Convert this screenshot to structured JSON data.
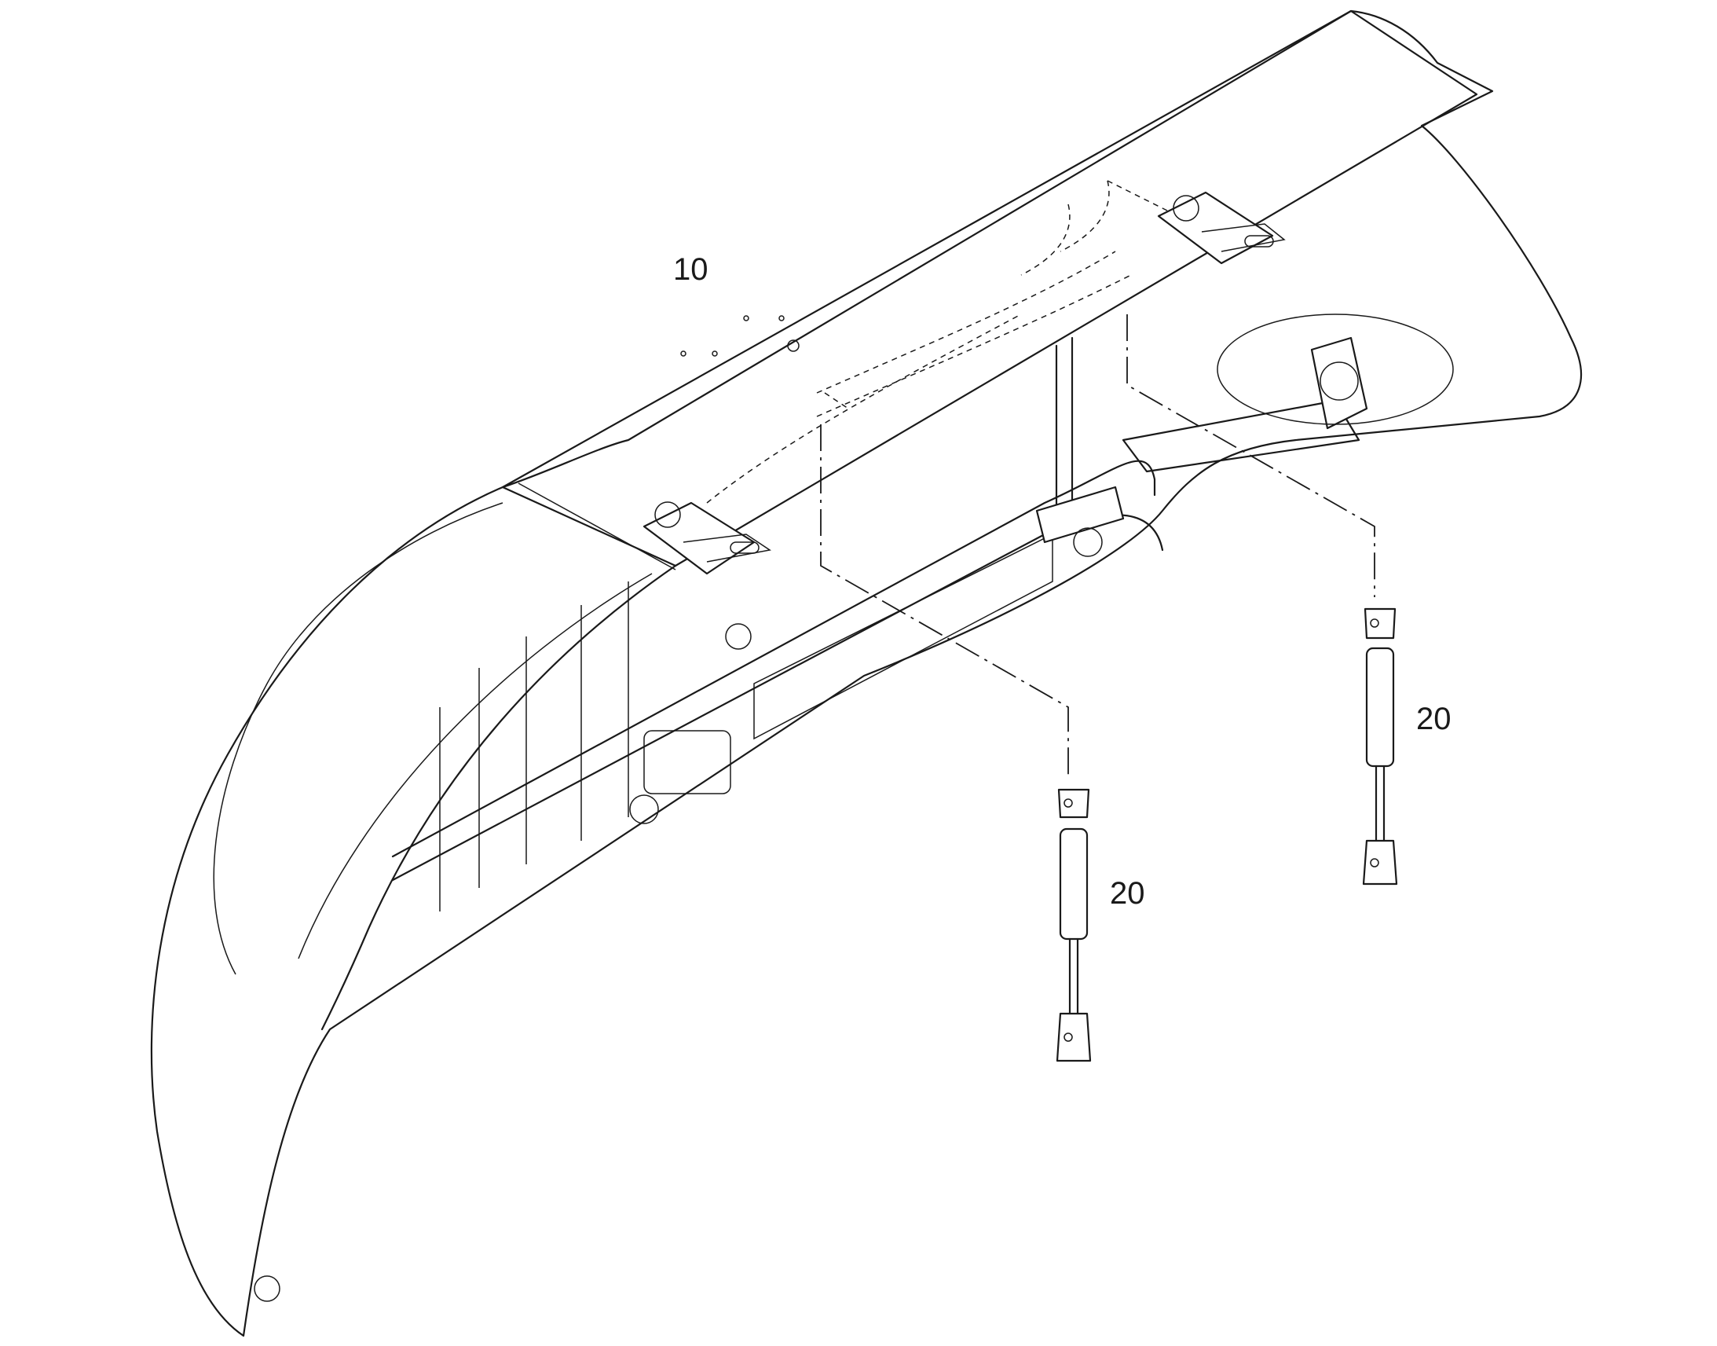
{
  "callouts": {
    "part_10": "10",
    "part_20_left": "20",
    "part_20_right": "20"
  }
}
